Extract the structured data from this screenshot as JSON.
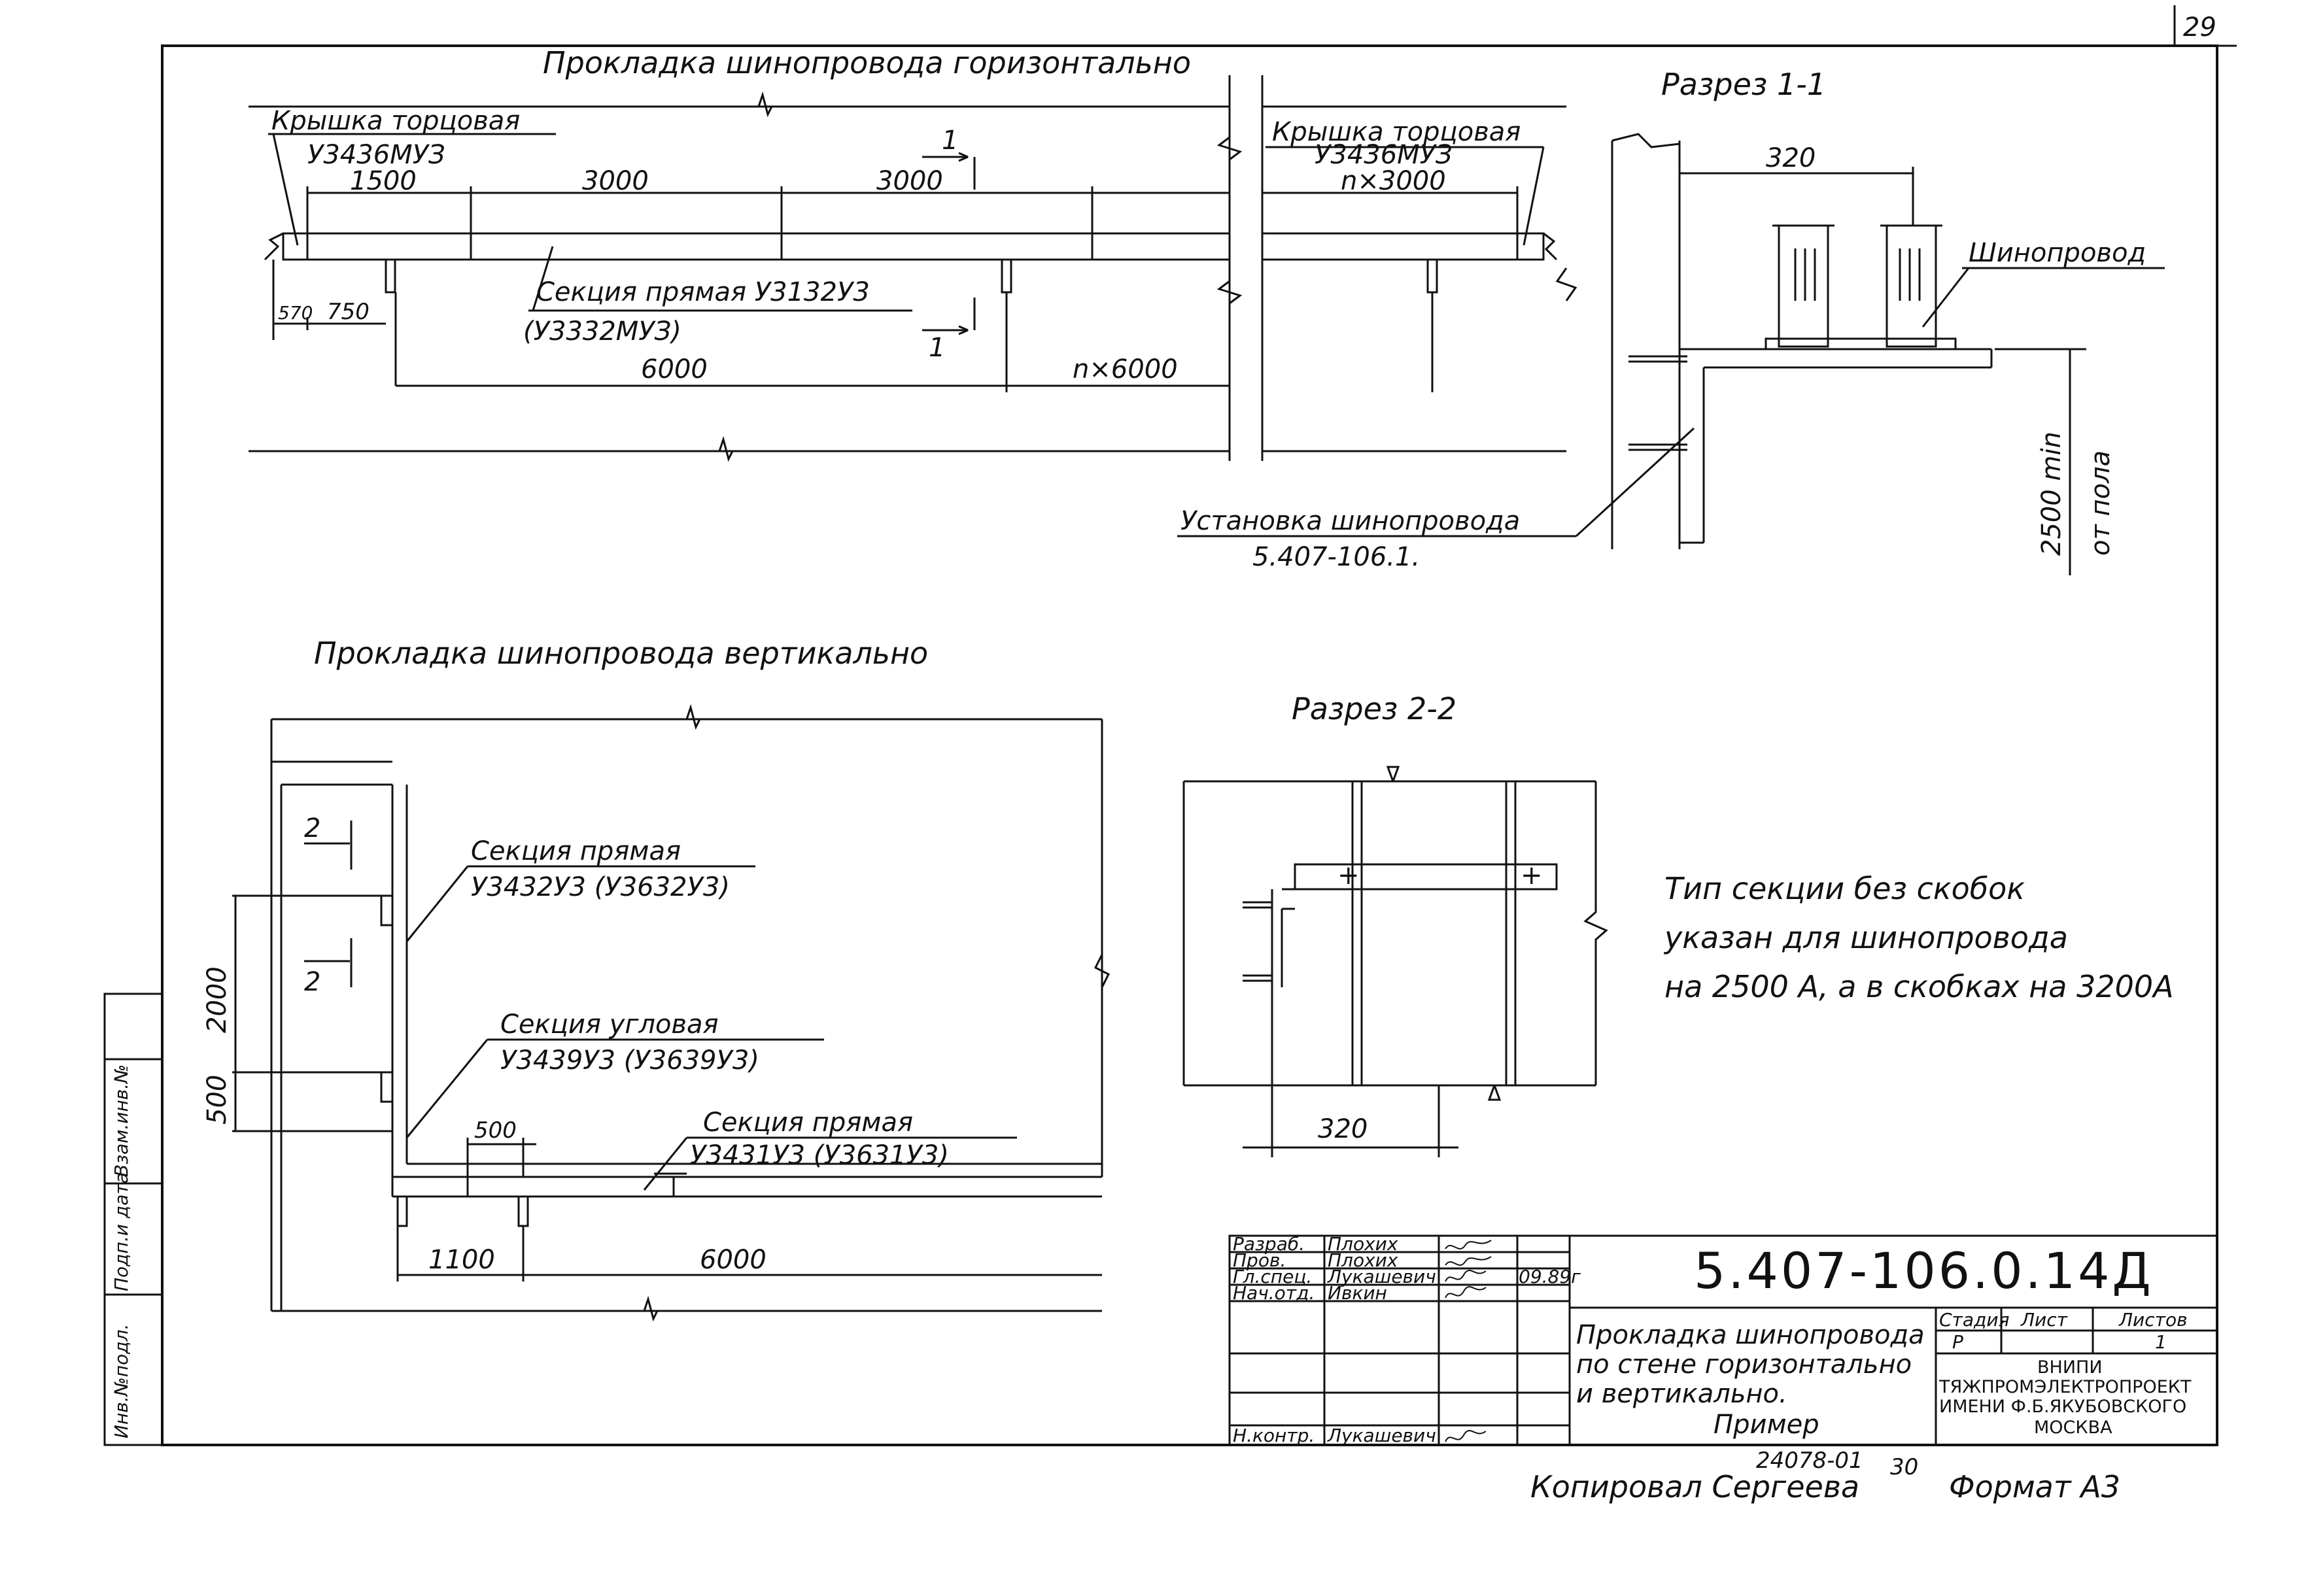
{
  "sheet": {
    "page_number": "29",
    "doc_code": "5.407-106.0.14Д",
    "title_lines": [
      "Прокладка шинопровода",
      "по стене горизонтально",
      "и вертикально.",
      "Пример"
    ],
    "stage_header": "Стадия",
    "sheet_header": "Лист",
    "sheets_header": "Листов",
    "stage_value": "Р",
    "sheets_value": "1",
    "org_lines": [
      "ВНИПИ",
      "ТЯЖПРОМЭЛЕКТРОПРОЕКТ",
      "ИМЕНИ Ф.Б.ЯКУБОВСКОГО",
      "МОСКВА"
    ],
    "inventory": "24078-01",
    "inventory_sheet": "30",
    "copied": "Копировал Сергеева",
    "format": "Формат А3",
    "date_mark": "09.89г",
    "roles": [
      {
        "role": "Разраб.",
        "name": "Плохих"
      },
      {
        "role": "Пров.",
        "name": "Плохих"
      },
      {
        "role": "Гл.спец.",
        "name": "Лукашевич"
      },
      {
        "role": "Нач.отд.",
        "name": "Ивкин"
      },
      {
        "role": "Н.контр.",
        "name": "Лукашевич"
      }
    ],
    "side_stamp": [
      "Инв.№подл.",
      "Подп.и дата",
      "Взам.инв.№"
    ]
  },
  "horizontal": {
    "title": "Прокладка шинопровода горизонтально",
    "cap_left": "Крышка торцовая",
    "cap_left_code": "У3436МУЗ",
    "cap_right": "Крышка торцовая",
    "cap_right_code": "У3436МУЗ",
    "dims_top": [
      "1500",
      "3000",
      "3000",
      "n×3000"
    ],
    "dims_bottom_small": [
      "570",
      "750"
    ],
    "dims_bottom": [
      "6000",
      "n×6000"
    ],
    "section_label": "Секция прямая У3132У3",
    "section_alt": "(У3332МУЗ)",
    "cut_mark": "1"
  },
  "section11": {
    "title": "Разрез 1-1",
    "dim": "320",
    "busbar": "Шинопровод",
    "install": "Установка шинопровода",
    "install_ref": "5.407-106.1.",
    "height_dim": "2500 min",
    "height_note": "от пола"
  },
  "vertical": {
    "title": "Прокладка шинопровода вертикально",
    "sec1": "Секция прямая",
    "sec1_code": "У3432У3 (У3632У3)",
    "sec2": "Секция угловая",
    "sec2_code": "У3439У3 (У3639У3)",
    "sec3": "Секция прямая",
    "sec3_code": "У3431У3 (У3631У3)",
    "dims": [
      "2000",
      "500",
      "500",
      "1100",
      "6000"
    ],
    "cut_mark": "2"
  },
  "section22": {
    "title": "Разрез 2-2",
    "dim": "320"
  },
  "note": [
    "Тип секции без скобок",
    "указан для шинопровода",
    "на 2500 А, а в скобках на 3200А"
  ]
}
